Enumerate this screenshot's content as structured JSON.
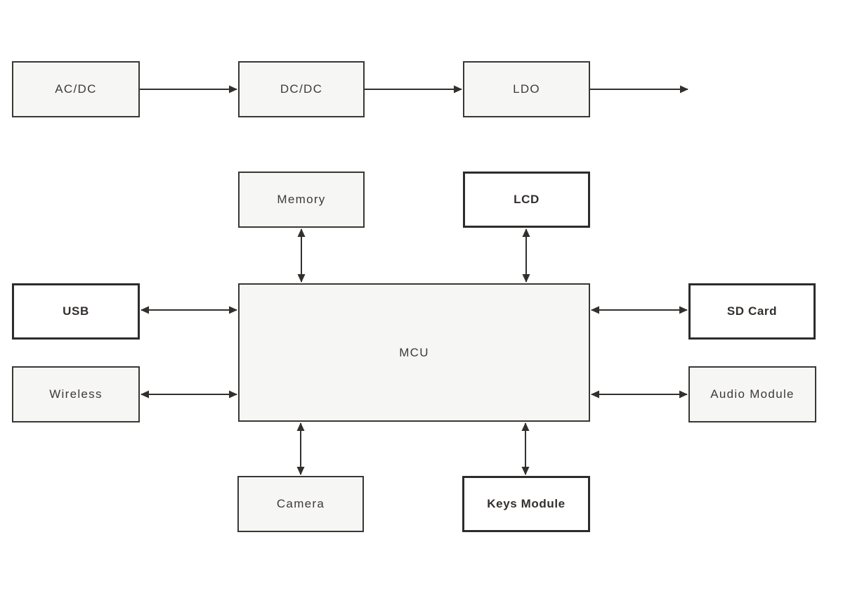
{
  "diagram": {
    "type": "block-diagram",
    "colors": {
      "background": "#ffffff",
      "box_fill_light": "#f6f6f5",
      "box_fill_emphasis": "#ffffff",
      "box_border": "#3b3734",
      "box_border_emphasis": "#2e2b29",
      "text": "#3e3a37",
      "arrow": "#332f2d"
    },
    "nodes": {
      "acdc": {
        "label": "AC/DC",
        "emphasis": false
      },
      "dcdc": {
        "label": "DC/DC",
        "emphasis": false
      },
      "ldo": {
        "label": "LDO",
        "emphasis": false
      },
      "memory": {
        "label": "Memory",
        "emphasis": false
      },
      "lcd": {
        "label": "LCD",
        "emphasis": true
      },
      "usb": {
        "label": "USB",
        "emphasis": true
      },
      "wireless": {
        "label": "Wireless",
        "emphasis": false
      },
      "mcu": {
        "label": "MCU",
        "emphasis": false
      },
      "sdcard": {
        "label": "SD Card",
        "emphasis": true
      },
      "audio": {
        "label": "Audio Module",
        "emphasis": false
      },
      "camera": {
        "label": "Camera",
        "emphasis": false
      },
      "keys": {
        "label": "Keys Module",
        "emphasis": true
      }
    },
    "edges": [
      {
        "from": "AC/DC",
        "to": "DC/DC",
        "bidirectional": false
      },
      {
        "from": "DC/DC",
        "to": "LDO",
        "bidirectional": false
      },
      {
        "from": "LDO",
        "to": "(power output, open-ended)",
        "bidirectional": false
      },
      {
        "from": "Memory",
        "to": "MCU",
        "bidirectional": true
      },
      {
        "from": "LCD",
        "to": "MCU",
        "bidirectional": true
      },
      {
        "from": "USB",
        "to": "MCU",
        "bidirectional": true
      },
      {
        "from": "Wireless",
        "to": "MCU",
        "bidirectional": true
      },
      {
        "from": "MCU",
        "to": "SD Card",
        "bidirectional": true
      },
      {
        "from": "MCU",
        "to": "Audio Module",
        "bidirectional": true
      },
      {
        "from": "MCU",
        "to": "Camera",
        "bidirectional": true
      },
      {
        "from": "MCU",
        "to": "Keys Module",
        "bidirectional": true
      }
    ]
  }
}
